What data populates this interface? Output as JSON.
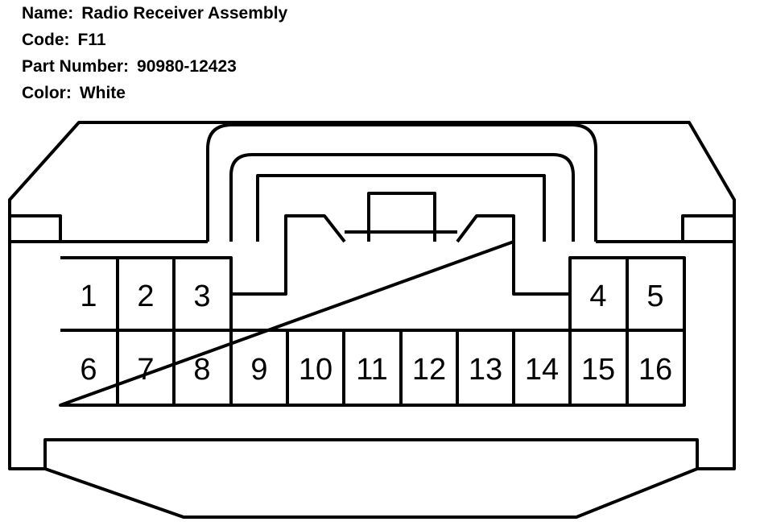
{
  "info": {
    "name_label": "Name:",
    "name_value": "Radio Receiver Assembly",
    "code_label": "Code:",
    "code_value": "F11",
    "part_label": "Part Number:",
    "part_value": "90980-12423",
    "color_label": "Color:",
    "color_value": "White"
  },
  "connector": {
    "stroke_color": "#000000",
    "fill_color": "#ffffff",
    "pins_top": [
      "1",
      "2",
      "3",
      "4",
      "5"
    ],
    "pins_bottom": [
      "6",
      "7",
      "8",
      "9",
      "10",
      "11",
      "12",
      "13",
      "14",
      "15",
      "16"
    ]
  }
}
